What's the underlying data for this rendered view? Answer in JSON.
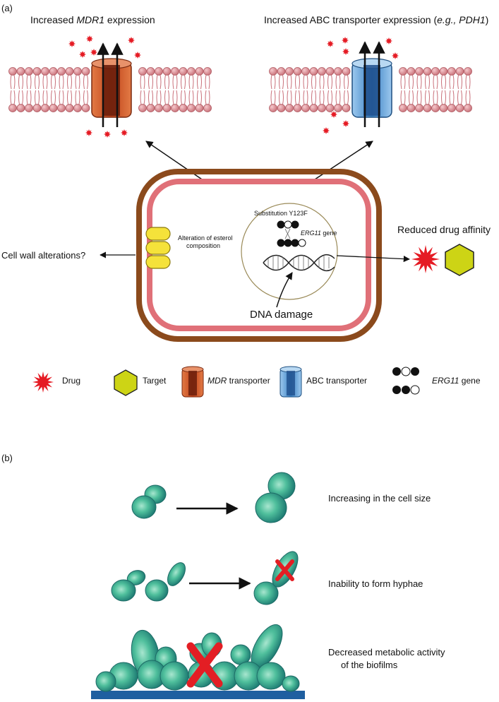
{
  "panel_a": {
    "label": "(a)",
    "mdr_title_prefix": "Increased ",
    "mdr_title_gene": "MDR1",
    "mdr_title_suffix": " expression",
    "abc_title_prefix": "Increased ABC transporter expression (",
    "abc_title_eg": "e.g., PDH1",
    "abc_title_suffix": ")",
    "cell_wall_label": "Cell wall alterations?",
    "esterol_line1": "Alteration of esterol",
    "esterol_line2": "composition",
    "substitution_label": "Substitution Y123F",
    "erg11_gene": "ERG11",
    "gene_word": " gene",
    "dna_damage_label": "DNA damage",
    "reduced_affinity_label": "Reduced drug affinity"
  },
  "legend": {
    "drug": "Drug",
    "target": "Target",
    "mdr_italic": "MDR",
    "mdr_rest": " transporter",
    "abc": "ABC transporter",
    "erg11_italic": "ERG11",
    "erg11_rest": " gene"
  },
  "panel_b": {
    "label": "(b)",
    "row1": "Increasing in the cell size",
    "row2": "Inability to form hyphae",
    "row3_line1": "Decreased metabolic activity",
    "row3_line2": "of the biofilms"
  },
  "colors": {
    "mdr_transporter": "#c1441b",
    "abc_transporter": "#3b82c4",
    "drug": "#e51b24",
    "target": "#cdd415",
    "cell_wall": "#8b4a1c",
    "membrane": "#e07078",
    "cell_green": "#3fae8c",
    "biofilm_base": "#1f5fa0",
    "x_mark": "#e31e24"
  }
}
